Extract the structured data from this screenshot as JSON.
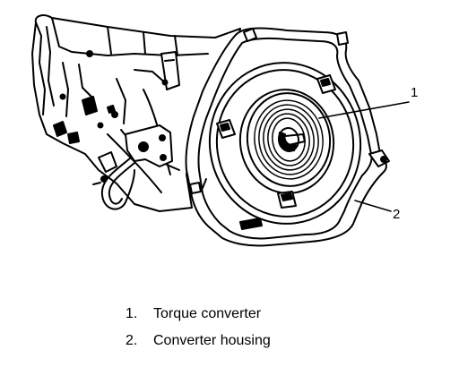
{
  "callouts": [
    {
      "number": "1"
    },
    {
      "number": "2"
    }
  ],
  "legend": [
    {
      "number": "1.",
      "label": "Torque converter"
    },
    {
      "number": "2.",
      "label": "Converter housing"
    }
  ]
}
